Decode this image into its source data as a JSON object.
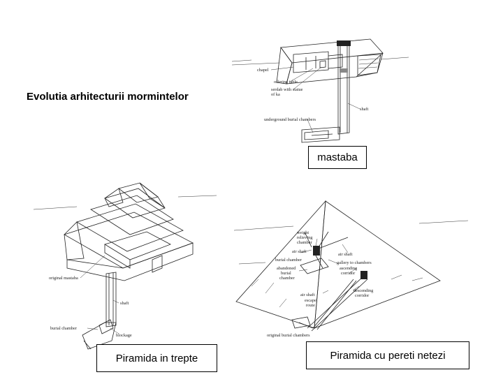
{
  "title": "Evolutia arhitecturii mormintelor",
  "captions": {
    "mastaba": "mastaba",
    "step": "Piramida in trepte",
    "smooth": "Piramida cu pereti netezi"
  },
  "mastaba_labels": {
    "chapel": "chapel",
    "offering_table": "offering table",
    "serdab_1": "serdab with statue",
    "serdab_2": "of ka",
    "shaft": "shaft",
    "underground": "underground burial chambers"
  },
  "step_labels": {
    "original_mastaba": "original mastaba",
    "shaft": "shaft",
    "burial_chamber": "burial chamber",
    "blockage": "blockage"
  },
  "smooth_labels": {
    "weight_1": "weight",
    "weight_2": "relieving",
    "weight_3": "chamber",
    "air_shaft_top": "air shaft",
    "air_shaft_right": "air shaft",
    "burial_chamber": "burial chamber",
    "gallery": "gallery to chambers",
    "abandoned_1": "abandoned",
    "abandoned_2": "burial",
    "abandoned_3": "chamber",
    "ascending_1": "ascending",
    "ascending_2": "corridor",
    "air_shaft_low": "air shaft",
    "escape_1": "escape",
    "escape_2": "route",
    "descending_1": "descending",
    "descending_2": "corridor",
    "original_burial": "original burial chambers"
  }
}
